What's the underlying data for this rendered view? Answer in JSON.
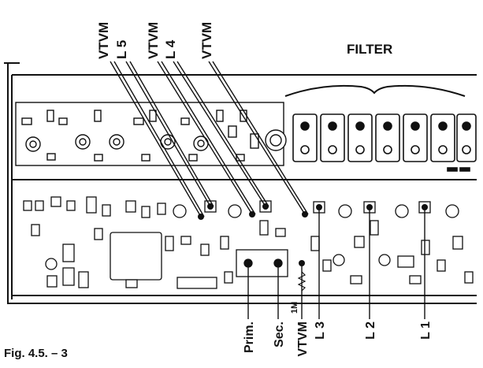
{
  "diagram": {
    "filter_label": "FILTER",
    "top_labels": [
      "VTVM",
      "L 5",
      "VTVM",
      "L 4",
      "VTVM"
    ],
    "bottom_labels": [
      "Prim.",
      "Sec.",
      "VTVM",
      "L 3",
      "L 2",
      "L 1"
    ],
    "resistor_label": "1M",
    "caption": "Fig. 4.5. – 3"
  },
  "colors": {
    "ink": "#111111",
    "paper": "#ffffff",
    "board": "#f7f7f7"
  }
}
